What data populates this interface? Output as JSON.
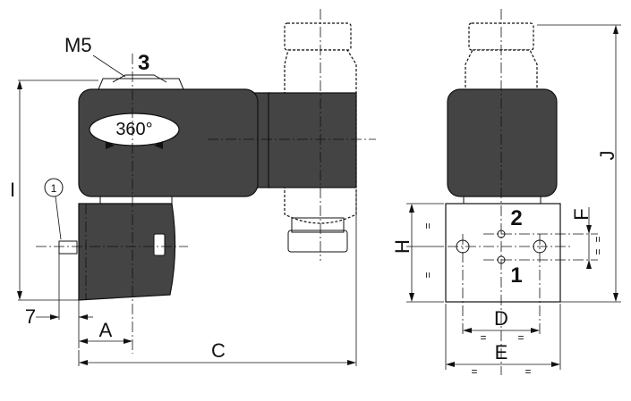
{
  "labels": {
    "thread": "M5",
    "port_exhaust": "3",
    "rotation": "360°",
    "port_out": "2",
    "port_in": "1",
    "circle_ref": "1"
  },
  "dimensions": {
    "I": "I",
    "seven": "7",
    "A": "A",
    "C": "C",
    "H": "H",
    "J": "J",
    "D": "D",
    "E": "E",
    "F": "F"
  },
  "equal_marks": {
    "eq": "="
  },
  "colors": {
    "body": "#444444",
    "line": "#111111",
    "background": "#ffffff"
  }
}
